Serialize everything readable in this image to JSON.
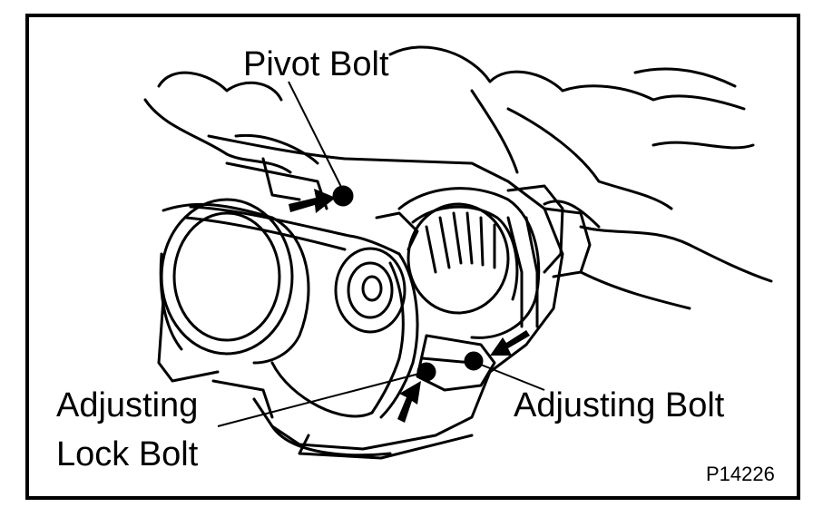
{
  "labels": {
    "pivot_bolt": "Pivot Bolt",
    "adjusting_lock_bolt_line1": "Adjusting",
    "adjusting_lock_bolt_line2": "Lock Bolt",
    "adjusting_bolt": "Adjusting Bolt",
    "figure_code": "P14226"
  },
  "colors": {
    "ink": "#000000",
    "paper": "#ffffff"
  }
}
